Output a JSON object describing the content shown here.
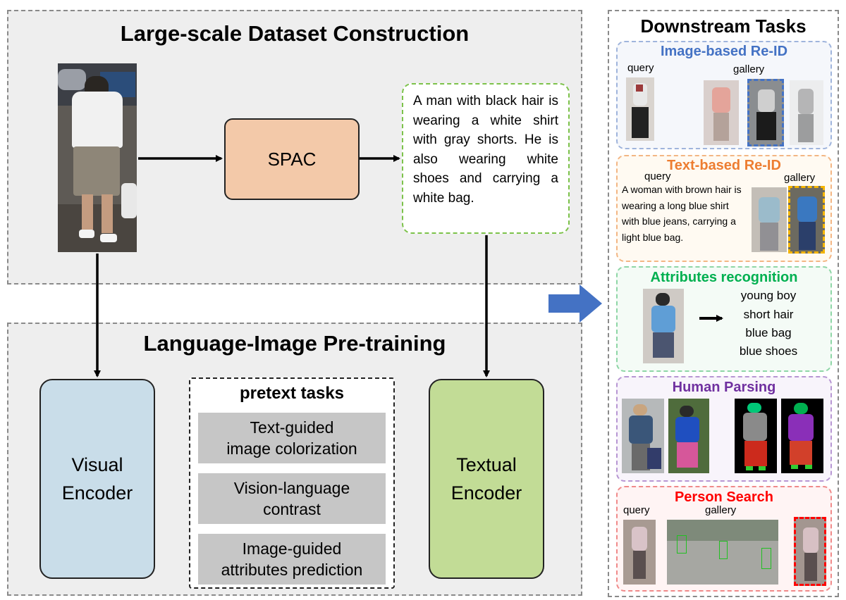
{
  "dataset_panel": {
    "title": "Large-scale Dataset Construction"
  },
  "spac": {
    "label": "SPAC"
  },
  "caption": {
    "text": "A man with black hair is wearing a white shirt with gray shorts. He is also wearing white shoes and carrying a white bag."
  },
  "pretrain_panel": {
    "title": "Language-Image Pre-training"
  },
  "visual_encoder": {
    "label": "Visual\nEncoder"
  },
  "textual_encoder": {
    "label": "Textual\nEncoder"
  },
  "pretext": {
    "title": "pretext tasks",
    "tasks": [
      "Text-guided\nimage colorization",
      "Vision-language\ncontrast",
      "Image-guided\nattributes prediction"
    ]
  },
  "downstream": {
    "title": "Downstream Tasks",
    "image_reid": {
      "title": "Image-based Re-ID",
      "query": "query",
      "gallery": "gallery"
    },
    "text_reid": {
      "title": "Text-based Re-ID",
      "query": "query",
      "gallery": "gallery",
      "text": "A woman with brown hair is wearing a long blue shirt with blue jeans, carrying a light blue bag."
    },
    "attributes": {
      "title": "Attributes recognition",
      "items": [
        "young boy",
        "short hair",
        "blue bag",
        "blue shoes"
      ]
    },
    "parsing": {
      "title": "Human Parsing"
    },
    "search": {
      "title": "Person Search",
      "query": "query",
      "gallery": "gallery"
    }
  },
  "colors": {
    "image_reid": "#4472c4",
    "text_reid": "#ed7d31",
    "attributes": "#00b050",
    "parsing": "#7030a0",
    "search": "#ff0000",
    "spac_fill": "#f3c9a9",
    "visual_fill": "#c9dde9",
    "textual_fill": "#c2dc96",
    "big_arrow": "#4472c4"
  }
}
